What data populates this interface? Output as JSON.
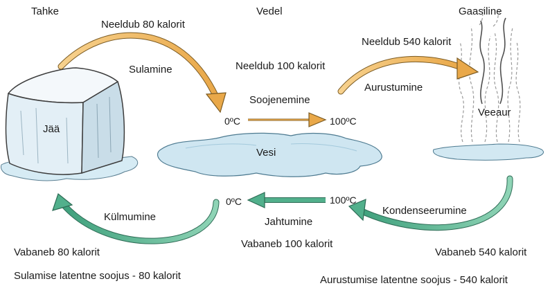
{
  "headers": {
    "solid": "Tahke",
    "liquid": "Vedel",
    "gas": "Gaasiline"
  },
  "objects": {
    "ice": "Jää",
    "water": "Vesi",
    "vapor": "Veeaur"
  },
  "melting": {
    "absorbs": "Neeldub 80 kalorit",
    "process": "Sulamine"
  },
  "heating": {
    "absorbs": "Neeldub 100 kalorit",
    "process": "Soojenemine",
    "from_temp": "0ºC",
    "to_temp": "100ºC"
  },
  "evaporation": {
    "absorbs": "Neeldub 540 kalorit",
    "process": "Aurustumine"
  },
  "freezing": {
    "process": "Külmumine",
    "releases": "Vabaneb 80 kalorit"
  },
  "cooling": {
    "process": "Jahtumine",
    "releases": "Vabaneb 100 kalorit",
    "from_temp": "100ºC",
    "to_temp": "0ºC"
  },
  "condensation": {
    "process": "Kondenseerumine",
    "releases": "Vabaneb 540 kalorit"
  },
  "footer": {
    "melting_latent_heat": "Sulamise latentne soojus - 80 kalorit",
    "evaporation_latent_heat": "Aurustumise latentne soojus - 540 kalorit"
  },
  "colors": {
    "absorb_arrow": "#e9a849",
    "release_arrow": "#52b08c",
    "water": "#cfe6f1",
    "ice": "#e3eff6"
  }
}
